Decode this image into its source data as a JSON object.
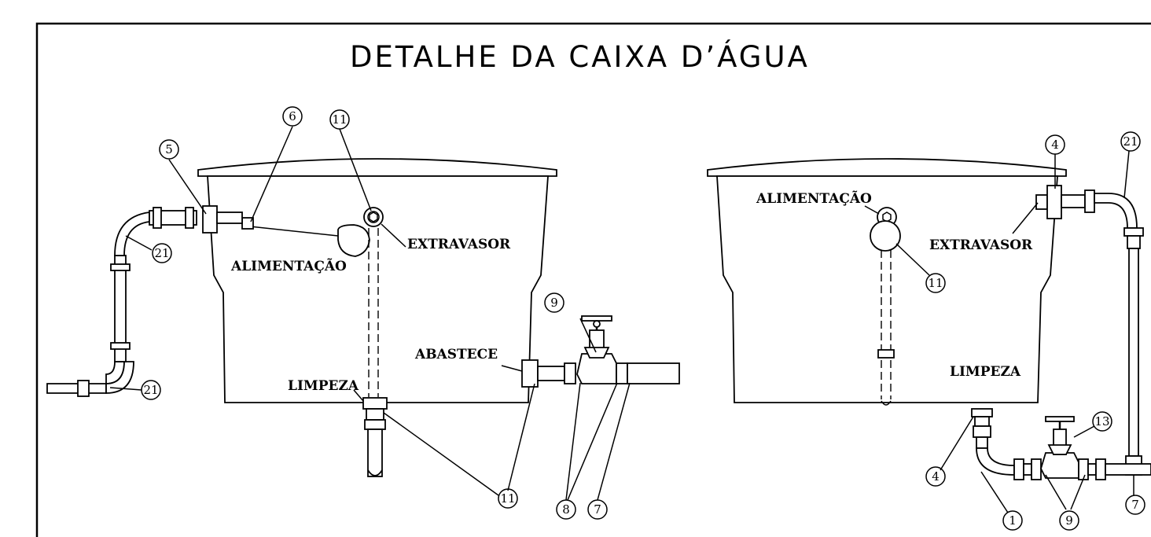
{
  "title": "DETALHE DA CAIXA D’ÁGUA",
  "left_tank": {
    "labels": {
      "alimentacao": "ALIMENTAÇÃO",
      "extravasor": "EXTRAVASOR",
      "abastece": "ABASTECE",
      "limpeza": "LIMPEZA"
    },
    "callouts": {
      "n5": "5",
      "n6": "6",
      "n11_top": "11",
      "n21_upper": "21",
      "n21_lower": "21",
      "n9": "9",
      "n11_bottom": "11",
      "n8": "8",
      "n7": "7"
    }
  },
  "right_tank": {
    "labels": {
      "alimentacao": "ALIMENTAÇÃO",
      "extravasor": "EXTRAVASOR",
      "limpeza": "LIMPEZA"
    },
    "callouts": {
      "n4_top": "4",
      "n21": "21",
      "n11": "11",
      "n13": "13",
      "n4_bottom": "4",
      "n1": "1",
      "n9": "9",
      "n7": "7"
    }
  }
}
